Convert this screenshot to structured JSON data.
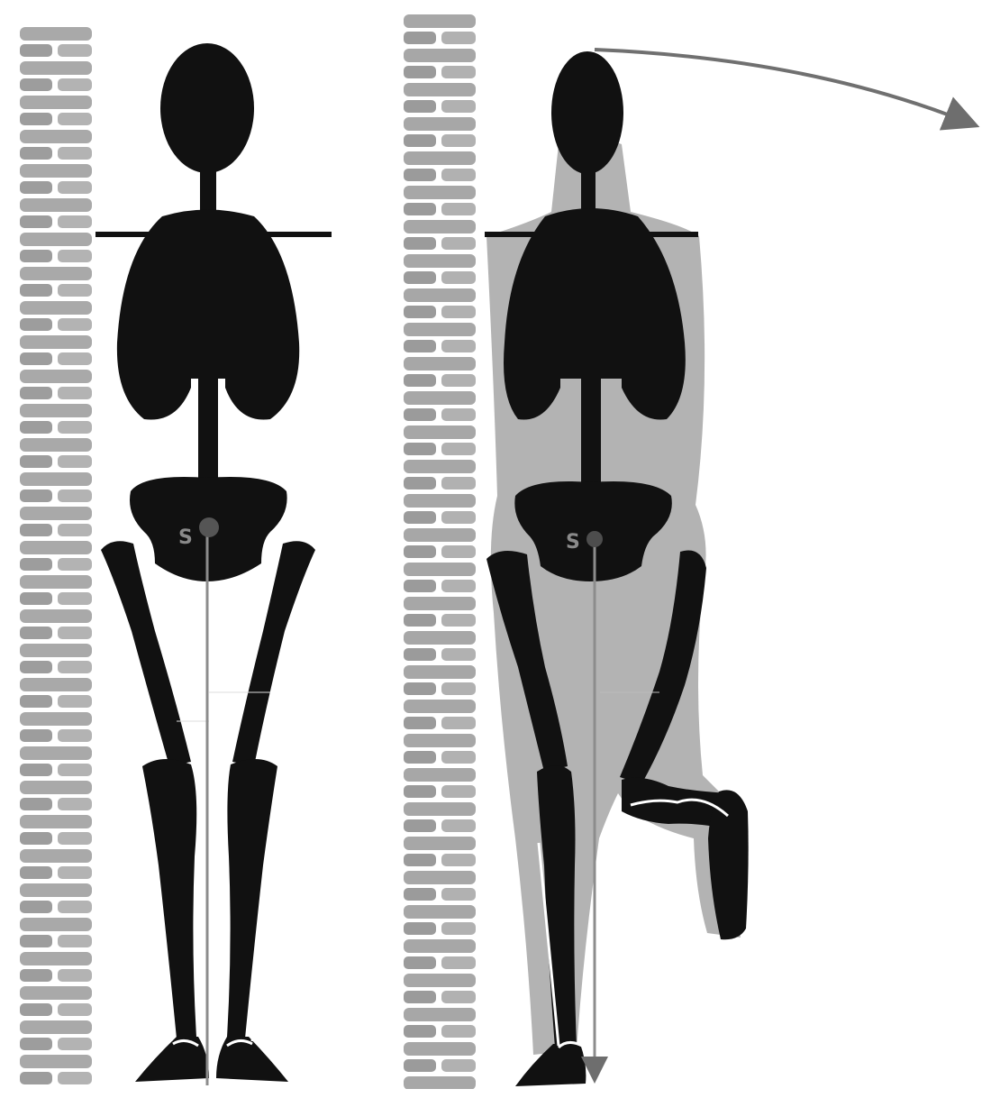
{
  "figures": [
    {
      "id": "standing-both-legs",
      "center_label": "S",
      "colors": {
        "skeleton": "#111111",
        "plumb_line": "#8c8c8c",
        "wall": "#a8a8a8"
      }
    },
    {
      "id": "standing-one-leg",
      "center_label": "S",
      "colors": {
        "skeleton": "#111111",
        "body_outline": "#9a9a9a",
        "plumb_line": "#8c8c8c",
        "sway_arrow": "#707070",
        "wall": "#a8a8a8"
      }
    }
  ]
}
